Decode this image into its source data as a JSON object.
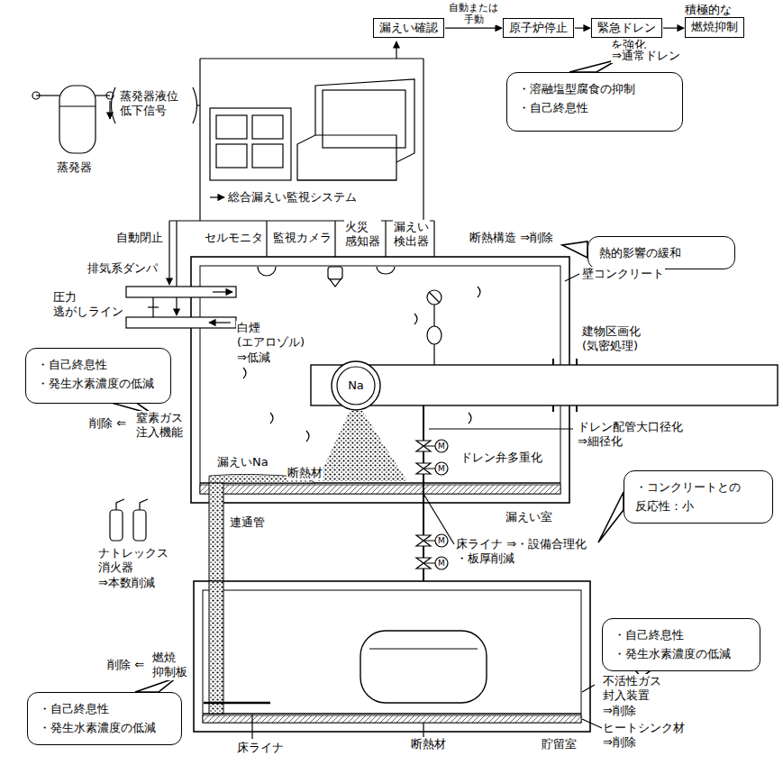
{
  "diagram": {
    "nodes": [
      {
        "text": [
          "漏えい確認"
        ]
      },
      {
        "text": [
          "原子炉停止"
        ]
      },
      {
        "text": [
          "緊急ドレン",
          "を強化"
        ]
      },
      {
        "text": [
          "積極的な",
          "燃焼抑制"
        ]
      },
      {
        "text": [
          "・溶融塩型腐食の抑制 ・自己終息性"
        ]
      },
      {
        "text": [
          "熱的影響の緩和"
        ]
      },
      {
        "text": [
          "・自己終息性 ・発生水素濃度の低減"
        ]
      },
      {
        "text": [
          "・コンクリートとの 反応性：小"
        ]
      },
      {
        "text": [
          "・自己終息性 ・発生水素濃度の低減"
        ]
      },
      {
        "text": [
          "・自己終息性 ・発生水素濃度の低減"
        ]
      }
    ],
    "edges": [
      {
        "from": 0,
        "to": 1,
        "arrow": "to",
        "label": "自動または 手動"
      },
      {
        "from": 1,
        "to": 2,
        "arrow": "to"
      },
      {
        "from": 2,
        "to": 3,
        "arrow": "to"
      }
    ],
    "labels": [
      "蒸発器",
      "蒸発器液位 低下信号",
      "総合漏えい監視システム",
      "自動閉止",
      "セルモニタ",
      "監視カメラ",
      "火災 感知器",
      "漏えい 検出器",
      "断熱構造 ⇒削除",
      "壁コンクリート",
      "建物区画化 (気密処理)",
      "排気系ダンパ",
      "圧力 逃がしライン",
      "白煙 (エアロゾル) ⇒低減",
      "Na",
      "ドレン配管大口径化 ⇒細径化",
      "ドレン弁多重化",
      "漏えいNa",
      "断熱材",
      "漏えい室",
      "床ライナ ⇒・設備合理化 ・板厚削減",
      "削除 ⇐",
      "窒素ガス 注入機能",
      "連通管",
      "ナトレックス 消火器 ⇒本数削減",
      "削除 ⇐",
      "燃焼 抑制板",
      "不活性ガス 封入装置 ⇒削除",
      "ヒートシンク材 ⇒削除",
      "床ライナ",
      "断熱材",
      "貯留室",
      "⇒通常ドレン",
      "M",
      "M",
      "M",
      "M"
    ]
  }
}
